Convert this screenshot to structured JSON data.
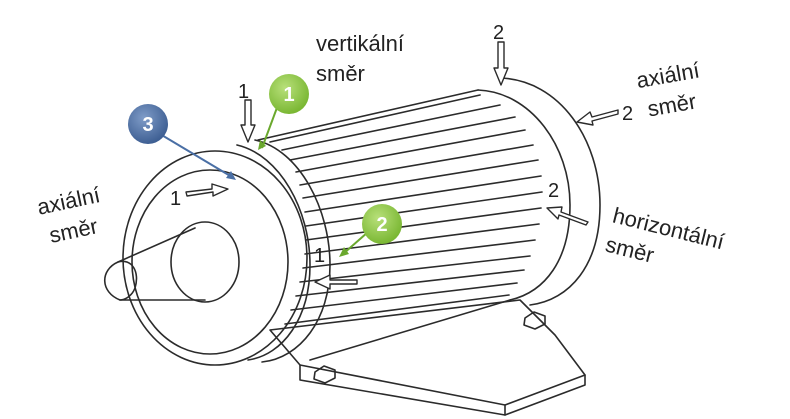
{
  "labels": {
    "vertical_line1": "vertikální",
    "vertical_line2": "směr",
    "axial_left_line1": "axiální",
    "axial_left_line2": "směr",
    "axial_right_line1": "axiální",
    "axial_right_line2": "směr",
    "horizontal_line1": "horizontální",
    "horizontal_line2": "směr"
  },
  "point_numbers": {
    "bearing1_top": "1",
    "bearing1_axial": "1",
    "bearing1_side": "1",
    "bearing2_top": "2",
    "bearing2_axial": "2",
    "bearing2_side": "2"
  },
  "badges": [
    {
      "text": "1",
      "color": "#8cc63f"
    },
    {
      "text": "2",
      "color": "#8cc63f"
    },
    {
      "text": "3",
      "color": "#4a6fa5"
    }
  ],
  "colors": {
    "outline": "#2b2b2b",
    "green_badge": "#8cc63f",
    "blue_badge": "#4a6fa5"
  }
}
